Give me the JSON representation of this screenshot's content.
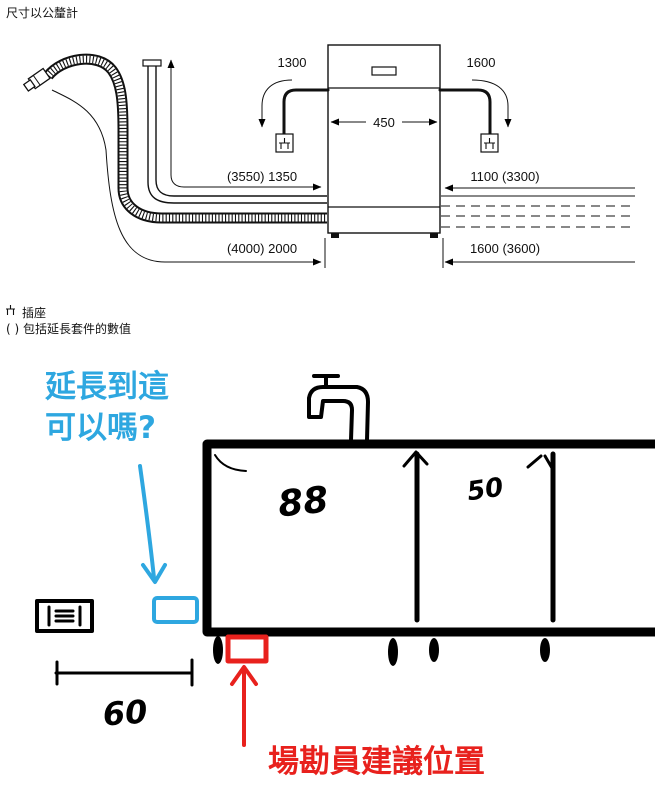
{
  "diagram": {
    "unit_note": "尺寸以公釐計",
    "dimensions": {
      "socket_left": "1300",
      "socket_right": "1600",
      "appliance_width": "450",
      "left_drain": "(3550) 1350",
      "right_drain": "1100 (3300)",
      "left_hose": "(4000) 2000",
      "right_hose": "1600 (3600)"
    },
    "legend": {
      "socket_icon": "socket-icon",
      "socket_label": "插座",
      "parentheses_note": "( ) 包括延長套件的數值"
    }
  },
  "sketch": {
    "question_line1": "延長到這",
    "question_line2": "可以嗎?",
    "depth_label": "88",
    "cabinet_label": "50",
    "distance_label": "60",
    "suggestion_label": "場勘員建議位置",
    "icons": [
      "faucet-icon",
      "wall-socket-icon",
      "arrow-down-icon",
      "arrow-up-icon"
    ]
  },
  "colors": {
    "ink": "#000000",
    "question": "#2ea7e0",
    "suggestion": "#e8211d"
  }
}
